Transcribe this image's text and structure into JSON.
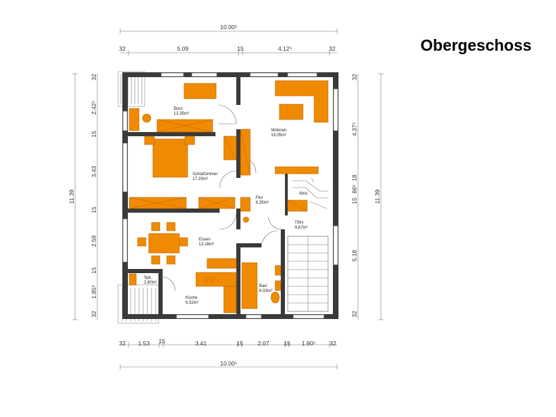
{
  "title": "Obergeschoss",
  "dimensions": {
    "top_total": "10.00⁵",
    "top_parts": [
      "32",
      "5.09",
      "15",
      "4.12⁵",
      "32"
    ],
    "bottom_parts": [
      "32",
      "1.53",
      "15",
      "3.41",
      "15",
      "2.07",
      "15",
      "1.90⁵",
      "32"
    ],
    "bottom_total": "10.00⁵",
    "left_total": "11.39",
    "left_parts": [
      "32",
      "2.42⁵",
      "15",
      "3.43",
      "15",
      "2.59",
      "15",
      "1.85⁵",
      "32"
    ],
    "right_total": "11.39",
    "right_parts": [
      "32",
      "4.37⁵",
      "18",
      "15",
      "86⁵",
      "5.18",
      "32"
    ]
  },
  "rooms": {
    "buero": {
      "name": "Büro",
      "area": "12,35m²"
    },
    "wohnen": {
      "name": "Wohnen",
      "area": "18,05m²"
    },
    "schlafzimmer": {
      "name": "Schlafzimmer",
      "area": "17,20m²"
    },
    "flur": {
      "name": "Flur",
      "area": "6,35m²"
    },
    "essen": {
      "name": "Essen",
      "area": "13,18m²"
    },
    "trh": {
      "name": "TRH.",
      "area": "9,67m²"
    },
    "spk": {
      "name": "Spk.",
      "area": "2,80m²"
    },
    "kueche": {
      "name": "Küche",
      "area": "6,32m²"
    },
    "bad": {
      "name": "Bad",
      "area": "6,03m²"
    }
  },
  "labels": {
    "abst": "Abst."
  },
  "colors": {
    "furniture": "#f08a00",
    "wall": "#3a3a3a"
  }
}
